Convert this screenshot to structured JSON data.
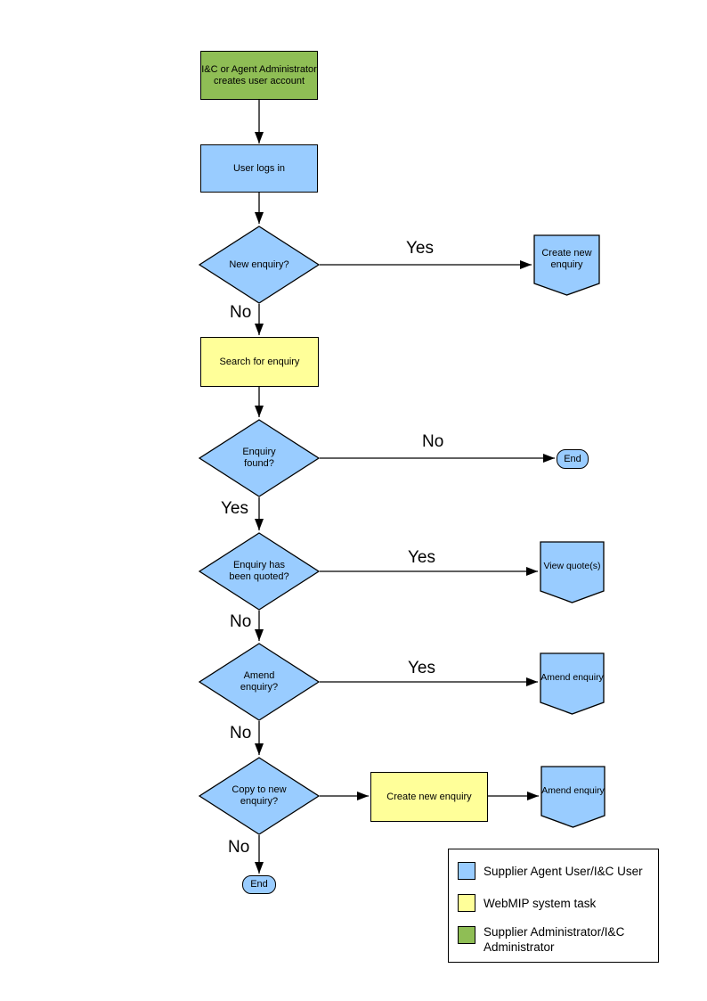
{
  "colors": {
    "actor_blue": "#99CCFF",
    "system_yellow": "#FFFF99",
    "admin_green": "#8FBE55",
    "line": "#000000",
    "background": "#FFFFFF"
  },
  "nodes": {
    "admin_creates": {
      "type": "process",
      "lines": [
        "I&C or Agent Administrator",
        "creates user account"
      ]
    },
    "user_logs_in": {
      "type": "process",
      "lines": [
        "User logs in"
      ]
    },
    "new_enquiry": {
      "type": "decision",
      "lines": [
        "New enquiry?"
      ]
    },
    "create_new_top": {
      "type": "offpage",
      "lines": [
        "Create new",
        "enquiry"
      ]
    },
    "search_enquiry": {
      "type": "process",
      "lines": [
        "Search for enquiry"
      ]
    },
    "enquiry_found": {
      "type": "decision",
      "lines": [
        "Enquiry",
        "found?"
      ]
    },
    "end_right": {
      "type": "terminator",
      "lines": [
        "End"
      ]
    },
    "enquiry_quoted": {
      "type": "decision",
      "lines": [
        "Enquiry has",
        "been quoted?"
      ]
    },
    "view_quotes": {
      "type": "offpage",
      "lines": [
        "View quote(s)"
      ]
    },
    "amend_question": {
      "type": "decision",
      "lines": [
        "Amend",
        "enquiry?"
      ]
    },
    "amend_enquiry_1": {
      "type": "offpage",
      "lines": [
        "Amend enquiry"
      ]
    },
    "copy_to_new": {
      "type": "decision",
      "lines": [
        "Copy to new",
        "enquiry?"
      ]
    },
    "create_new_mid": {
      "type": "process",
      "lines": [
        "Create new enquiry"
      ]
    },
    "amend_enquiry_2": {
      "type": "offpage",
      "lines": [
        "Amend enquiry"
      ]
    },
    "end_bottom": {
      "type": "terminator",
      "lines": [
        "End"
      ]
    }
  },
  "edge_labels": {
    "yes1": "Yes",
    "no1": "No",
    "no2": "No",
    "yes2": "Yes",
    "yes3": "Yes",
    "no3": "No",
    "yes4": "Yes",
    "no4": "No",
    "no5": "No"
  },
  "legend": {
    "items": [
      {
        "swatch": "#99CCFF",
        "label": "Supplier Agent User/I&C User",
        "label_line2": ""
      },
      {
        "swatch": "#FFFF99",
        "label": "WebMIP system task",
        "label_line2": ""
      },
      {
        "swatch": "#8FBE55",
        "label": "Supplier Administrator/I&C",
        "label_line2": "Administrator"
      }
    ]
  }
}
